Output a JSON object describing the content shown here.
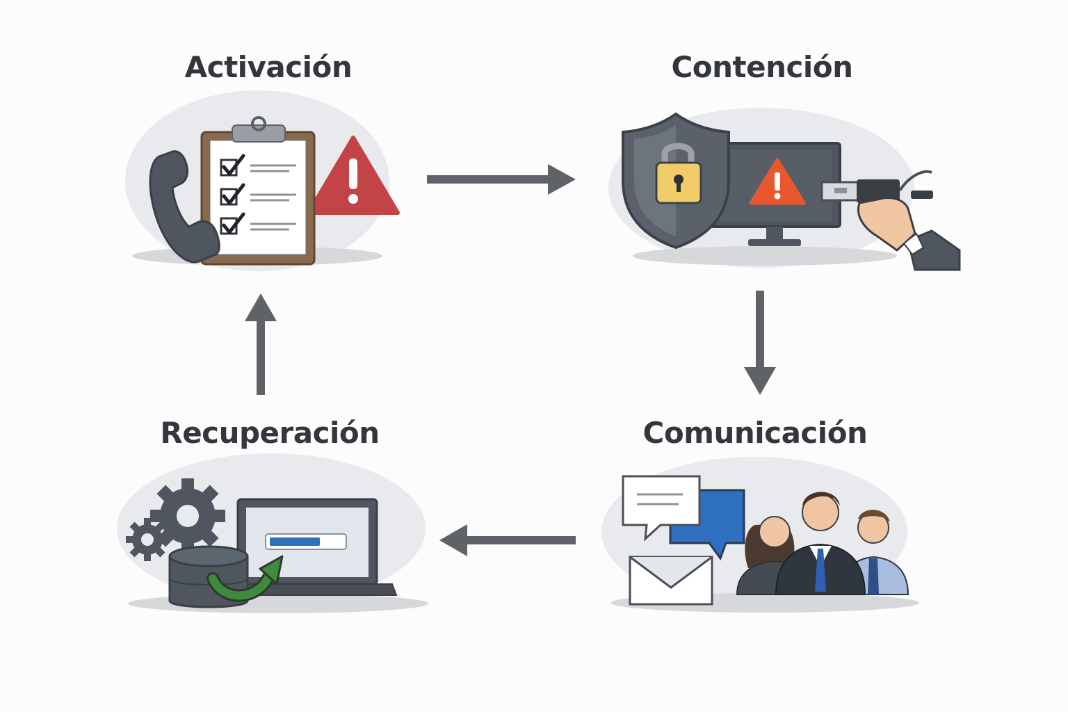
{
  "stages": {
    "activation": {
      "title": "Activación"
    },
    "containment": {
      "title": "Contención"
    },
    "communication": {
      "title": "Comunicación"
    },
    "recovery": {
      "title": "Recuperación"
    }
  },
  "flow": [
    "Activación",
    "Contención",
    "Comunicación",
    "Recuperación",
    "Activación"
  ],
  "colors": {
    "arrow": "#5f6266",
    "dark": "#4f5660",
    "alert_red": "#c24446",
    "alert_orange": "#e8572e",
    "lock_gold": "#f3cc6a",
    "chat_blue": "#2f6fc0",
    "progress_blue": "#2f6fc0",
    "restore_green": "#3f8a3c",
    "backdrop": "#e7e8eb"
  }
}
